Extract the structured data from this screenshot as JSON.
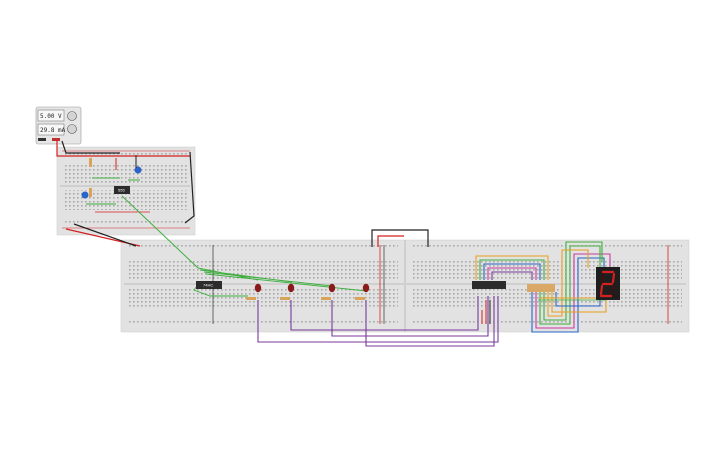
{
  "power_supply": {
    "voltage_readout": "5.00 V",
    "current_readout": "29.8 mA"
  },
  "chips": {
    "small_board_ic": "555",
    "left_ic": "74HC"
  },
  "seven_segment_display": {
    "digit": "2",
    "segment_color": "#d42020"
  },
  "colors": {
    "board": "#e2e2e2",
    "rail_red": "#d42020",
    "rail_dark": "#333333",
    "wire_green": "#3fae3f",
    "wire_purple": "#7a3a9a",
    "wire_black": "#222222",
    "led_red": "#8b1a1a",
    "capacitor_blue": "#2a64c8",
    "resistor": "#d9a35a"
  },
  "icons": [
    "knob-icon",
    "knob-icon"
  ]
}
